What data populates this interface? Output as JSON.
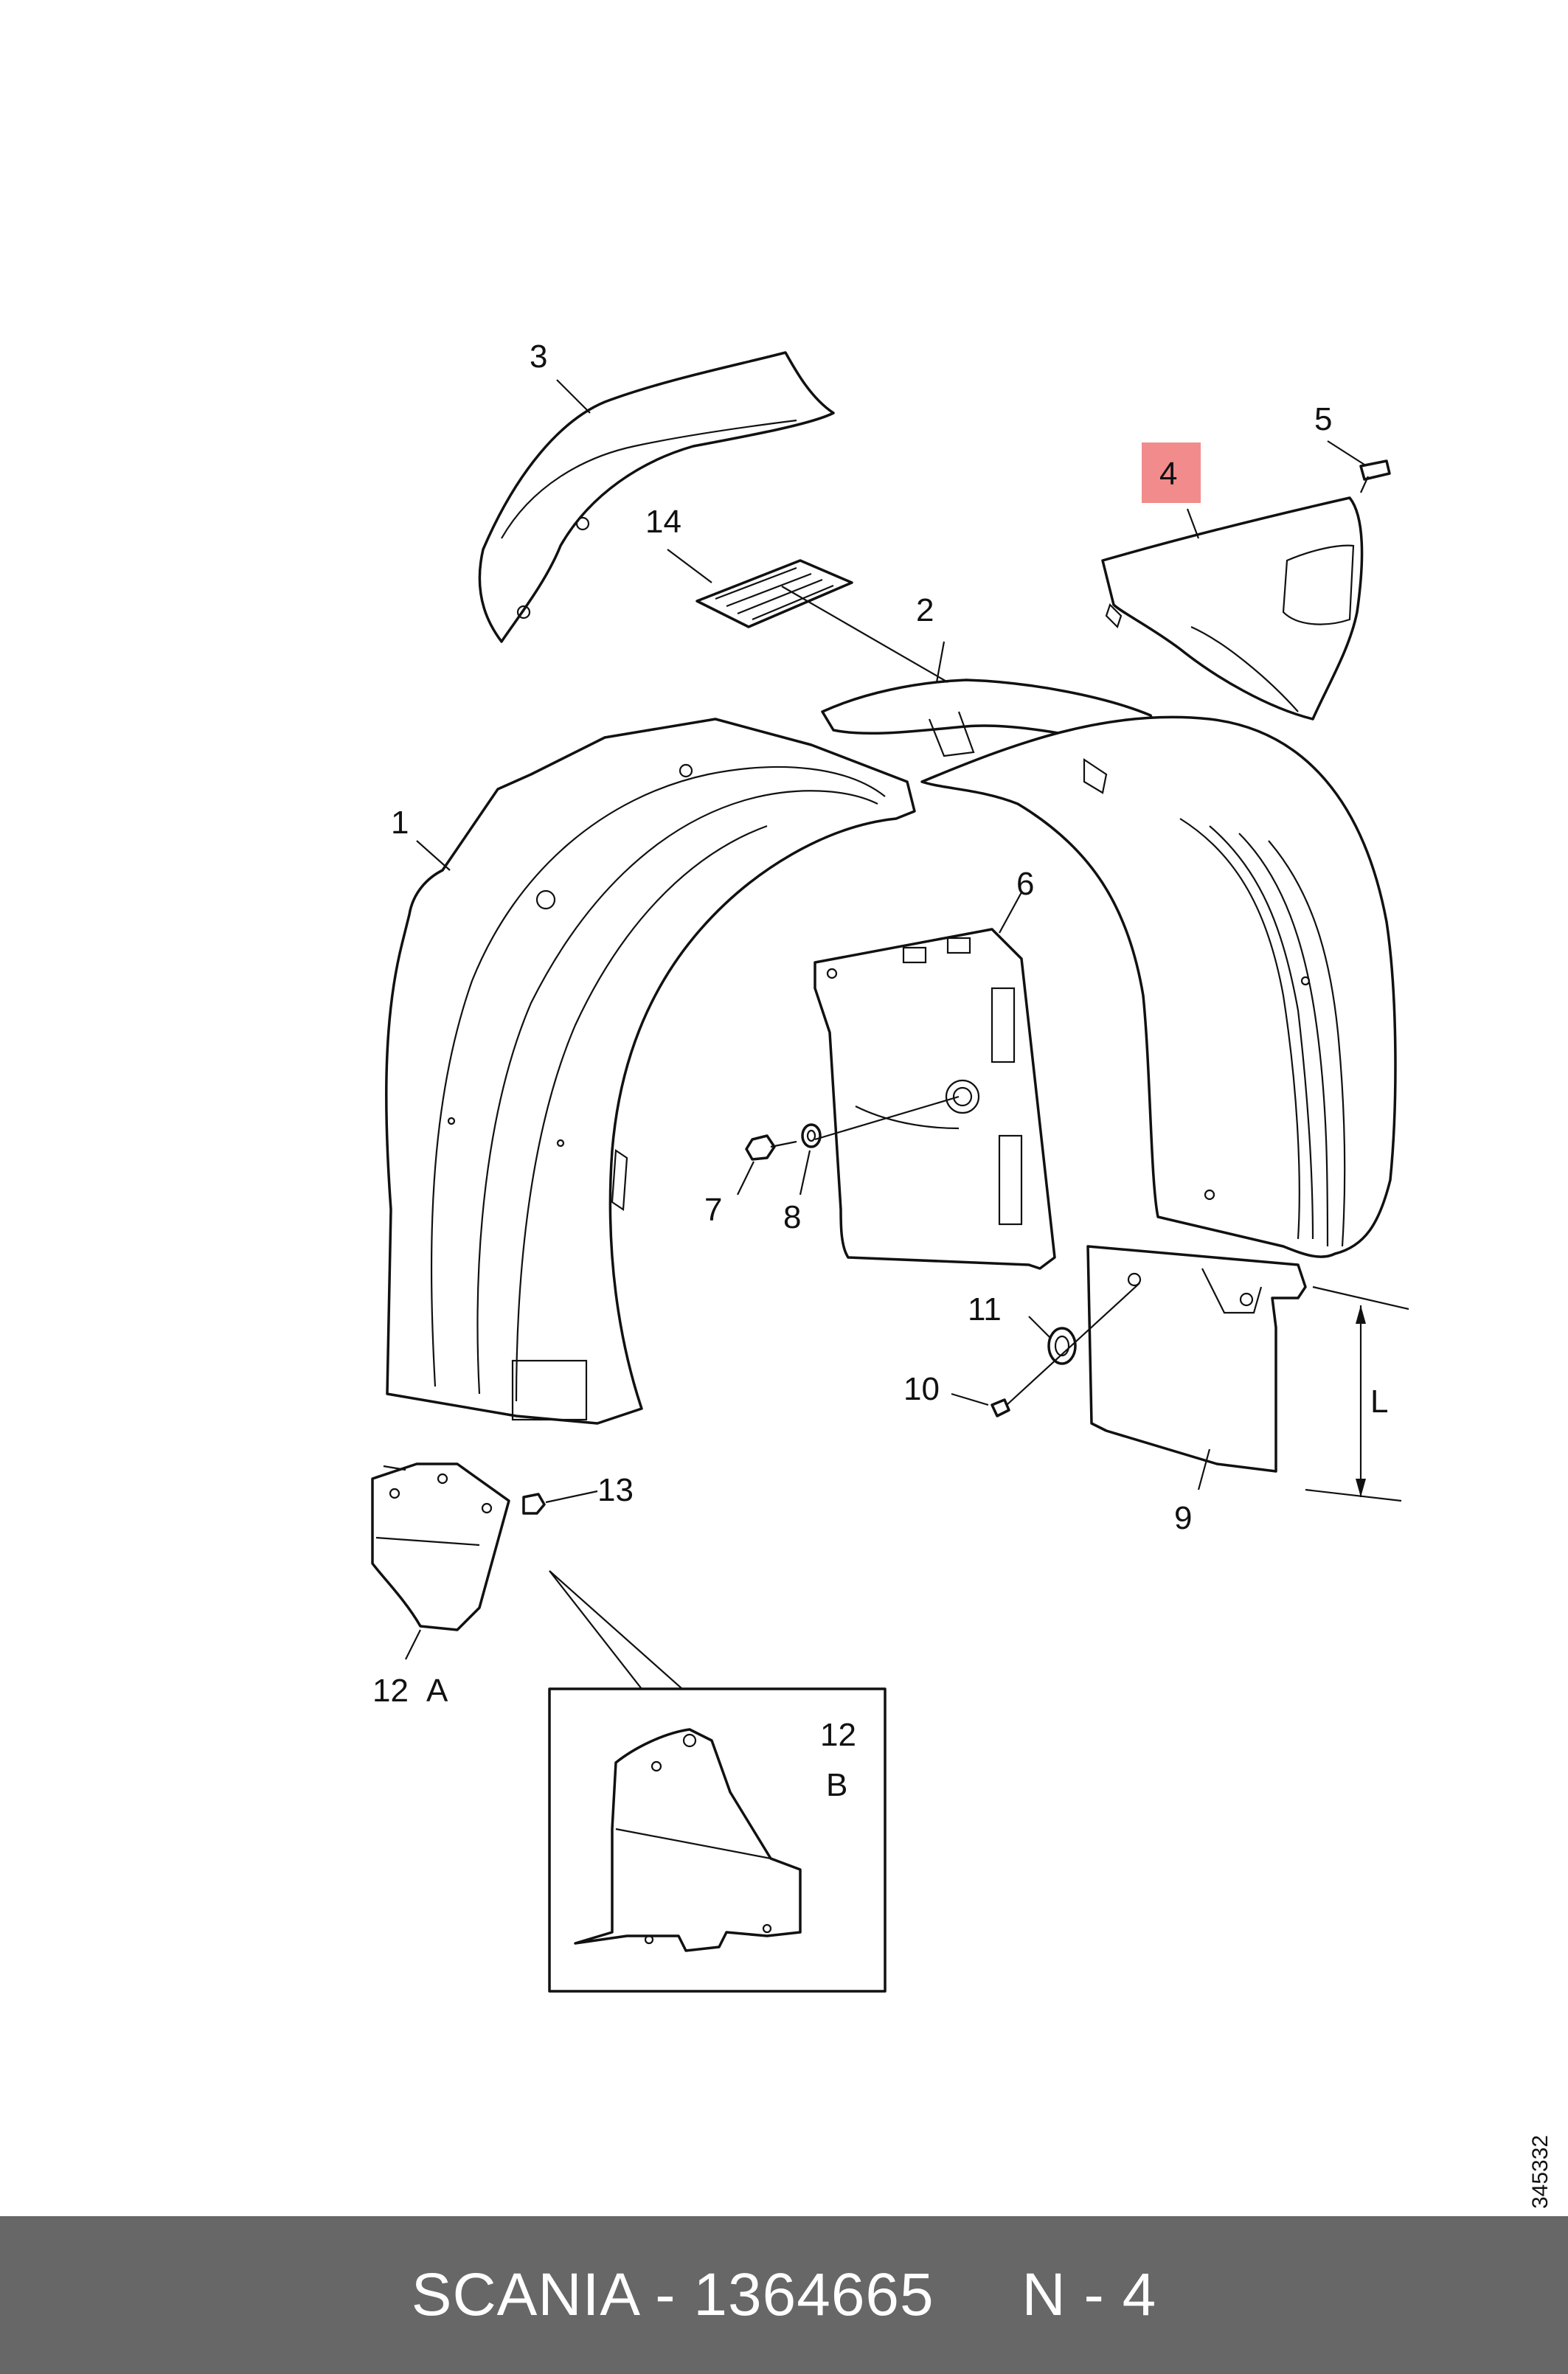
{
  "diagram": {
    "callouts": {
      "c1": "1",
      "c2": "2",
      "c3": "3",
      "c4": "4",
      "c5": "5",
      "c6": "6",
      "c7": "7",
      "c8": "8",
      "c9": "9",
      "c10": "10",
      "c11": "11",
      "c12a_num": "12",
      "c12a_letter": "A",
      "c12b_num": "12",
      "c12b_letter": "B",
      "c13": "13",
      "c14": "14",
      "dim_L": "L"
    },
    "highlight_color": "#f28b8b",
    "highlighted_callout": "4",
    "drawing_id": "345332"
  },
  "footer": {
    "text": "SCANIA - 1364665     N - 4",
    "background": "#676767"
  }
}
